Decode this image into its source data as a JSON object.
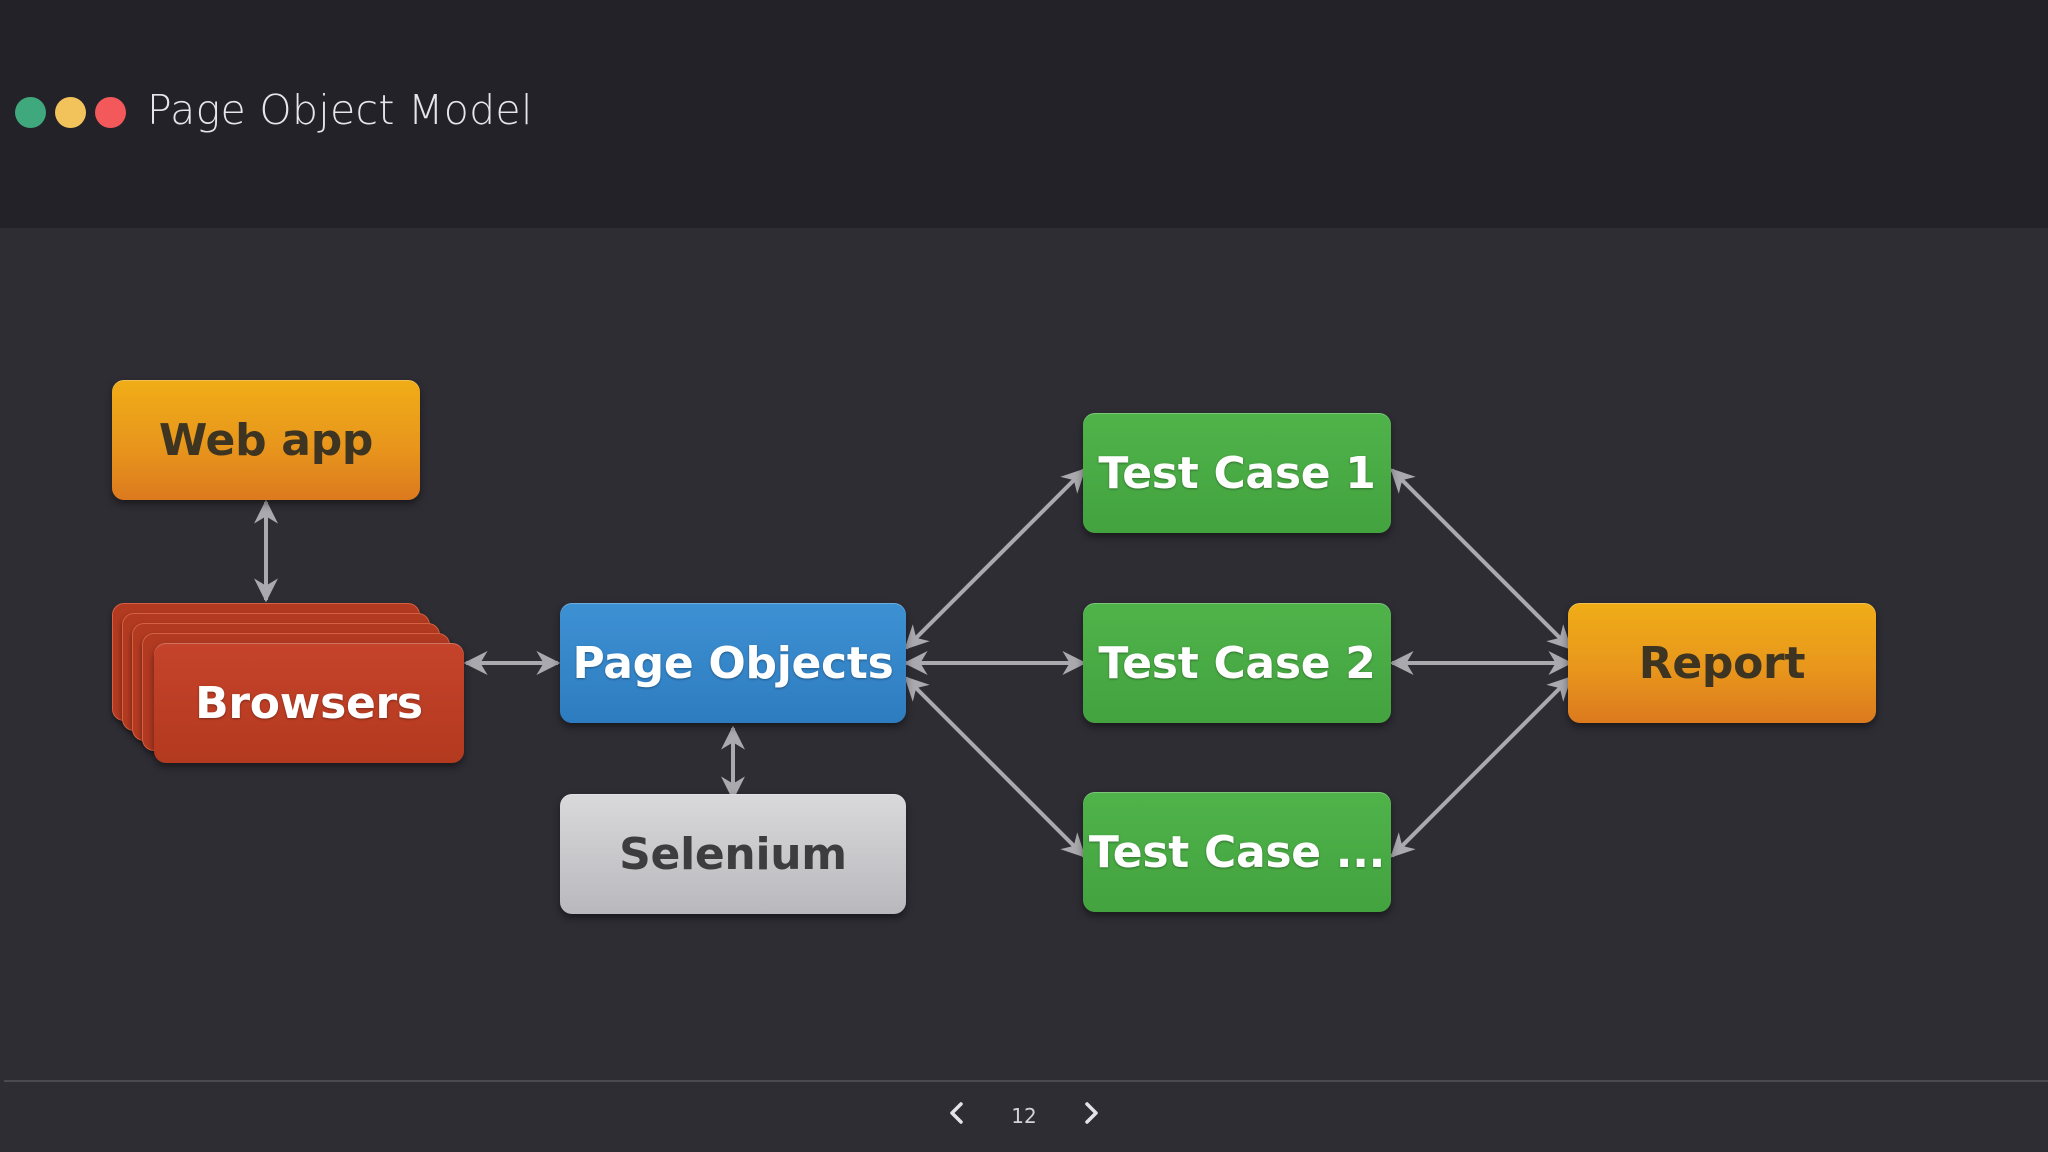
{
  "header": {
    "title": "Page Object Model",
    "window_dots": [
      {
        "name": "green",
        "color": "#3fa87c"
      },
      {
        "name": "yellow",
        "color": "#f3c35b"
      },
      {
        "name": "red",
        "color": "#f3585a"
      }
    ]
  },
  "diagram": {
    "nodes": {
      "web_app": "Web app",
      "browsers": "Browsers",
      "page_objects": "Page Objects",
      "selenium": "Selenium",
      "test_case_1": "Test Case 1",
      "test_case_2": "Test Case 2",
      "test_case_n": "Test Case ...",
      "report": "Report"
    },
    "edges": [
      {
        "from": "web_app",
        "to": "browsers",
        "direction": "both"
      },
      {
        "from": "browsers",
        "to": "page_objects",
        "direction": "both"
      },
      {
        "from": "page_objects",
        "to": "selenium",
        "direction": "both"
      },
      {
        "from": "page_objects",
        "to": "test_case_1",
        "direction": "both"
      },
      {
        "from": "page_objects",
        "to": "test_case_2",
        "direction": "both"
      },
      {
        "from": "page_objects",
        "to": "test_case_n",
        "direction": "both"
      },
      {
        "from": "test_case_1",
        "to": "report",
        "direction": "both"
      },
      {
        "from": "test_case_2",
        "to": "report",
        "direction": "both"
      },
      {
        "from": "test_case_n",
        "to": "report",
        "direction": "both"
      }
    ],
    "colors": {
      "orange": "#e8961c",
      "green": "#45a640",
      "blue": "#3287c8",
      "gray": "#c8c8cb",
      "red": "#b83c22",
      "arrow": "#a9a9ae"
    }
  },
  "pager": {
    "page": "12",
    "prev_icon": "chevron-left-icon",
    "next_icon": "chevron-right-icon"
  }
}
